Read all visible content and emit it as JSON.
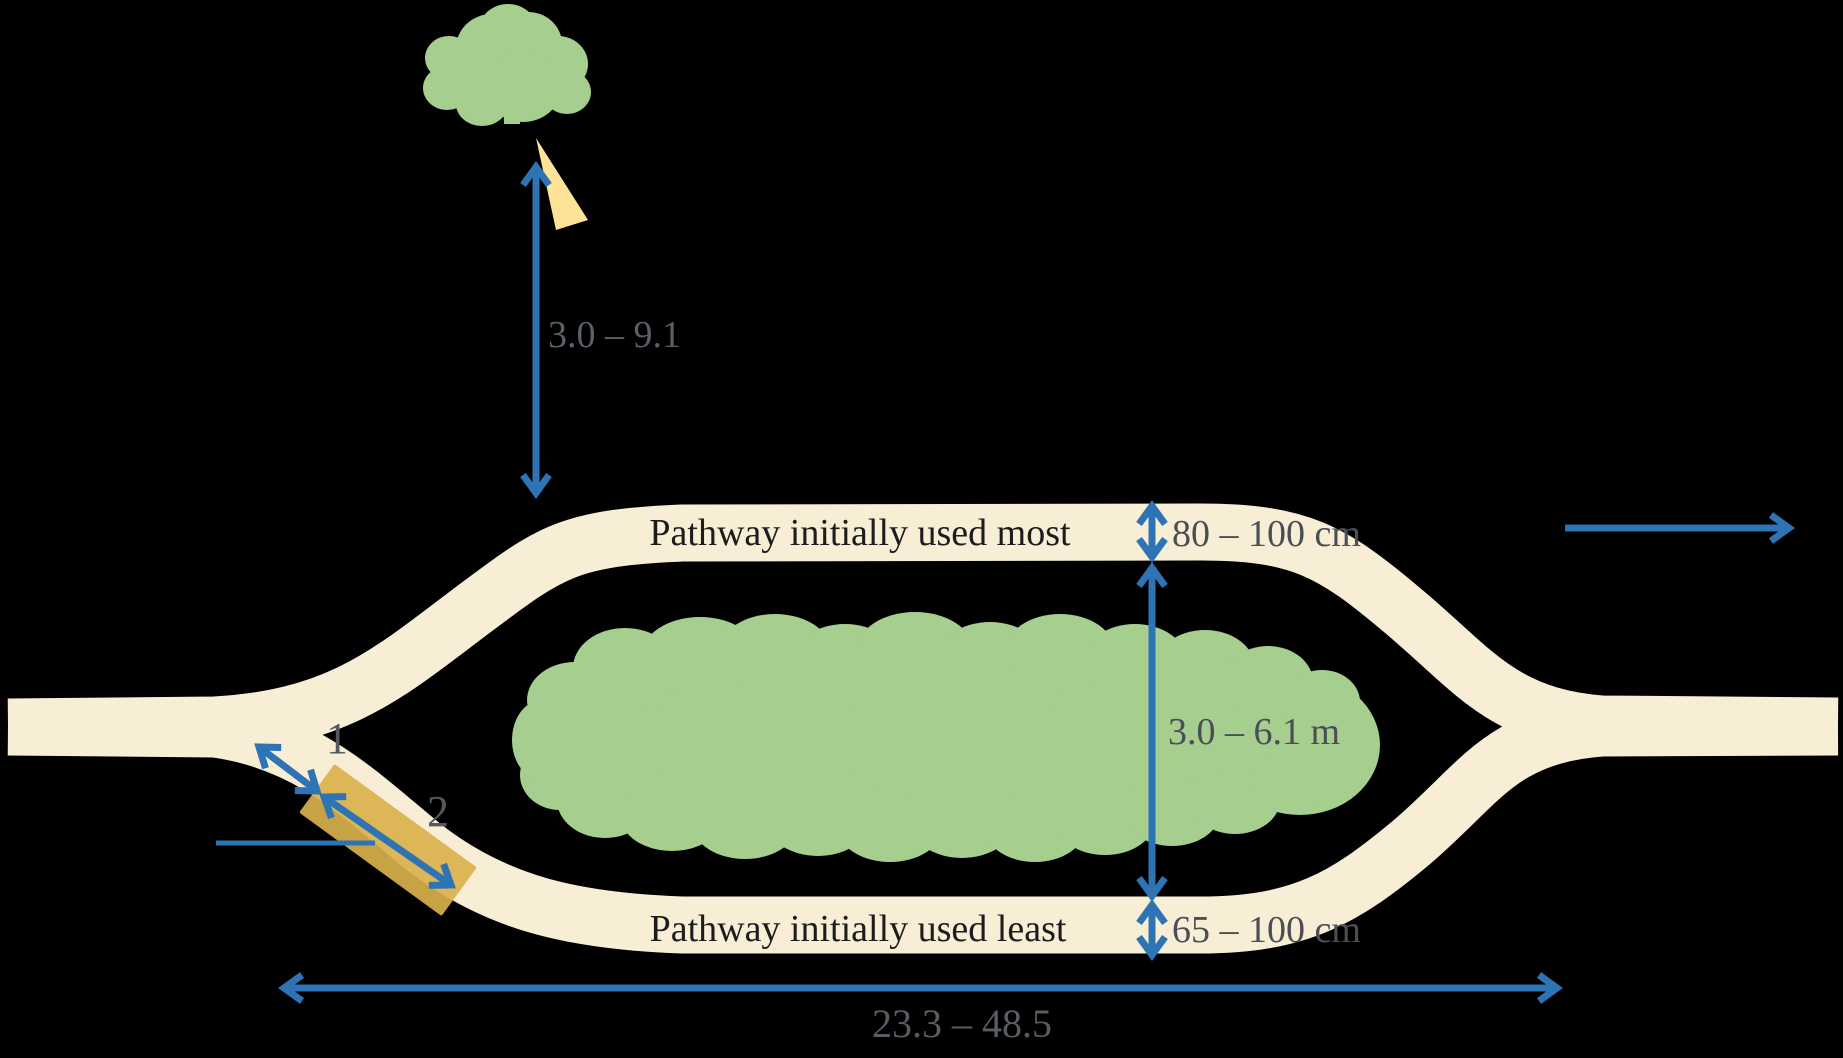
{
  "diagram": {
    "description": "Schematic of a forked animal/hiking trail system splitting around a central vegetation island, with measurement ranges",
    "labels": {
      "top_path": "Pathway initially used most",
      "bottom_path": "Pathway initially used least",
      "tree_distance_range": "3.0 – 9.1",
      "top_path_width_range": "80 – 100 cm",
      "island_width_range": "3.0 – 6.1 m",
      "bottom_path_width_range": "65 – 100 cm",
      "total_length_range": "23.3 – 48.5",
      "segment_1": "1",
      "segment_2": "2"
    },
    "colors": {
      "background": "#000000",
      "pathway": "#F8EED5",
      "vegetation": "#A6CE8E",
      "arrow_blue": "#2E74B5",
      "highlight_rectangle": "#D9B14C",
      "cone_yellow": "#FCE396",
      "measurement_text": "#4A4E55",
      "range_text": "#5A6068",
      "path_label_text": "#1C1C1C"
    },
    "icons": [
      "tree-canopy-icon",
      "camera-cone-icon",
      "double-arrow-icon",
      "single-arrow-icon"
    ]
  }
}
